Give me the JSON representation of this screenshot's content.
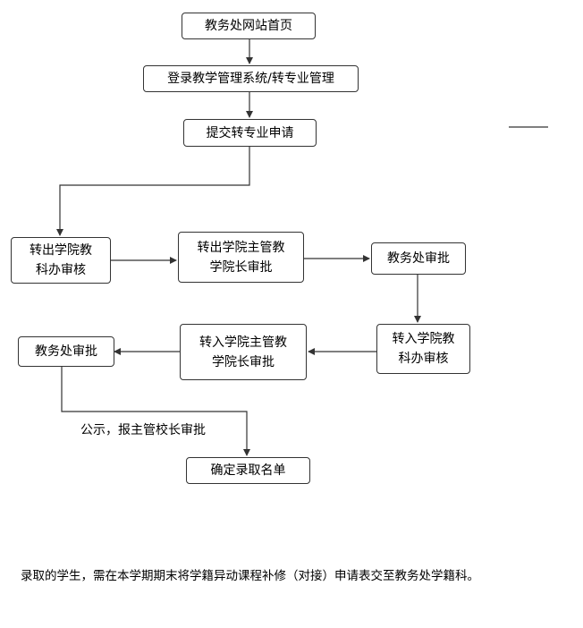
{
  "nodes": {
    "homepage": "教务处网站首页",
    "login": "登录教学管理系统/转专业管理",
    "submit": "提交转专业申请",
    "out_dept_review": "转出学院教\n科办审核",
    "out_dean_approve": "转出学院主管教\n学院长审批",
    "office_approve_1": "教务处审批",
    "in_dept_review": "转入学院教\n科办审核",
    "in_dean_approve": "转入学院主管教\n学院长审批",
    "office_approve_2": "教务处审批",
    "confirm_list": "确定录取名单"
  },
  "labels": {
    "publicize": "公示，报主管校长审批"
  },
  "note": "录取的学生，需在本学期期末将学籍异动课程补修（对接）申请表交至教务处学籍科。",
  "colors": {
    "line": "#333333",
    "border": "#333333"
  }
}
